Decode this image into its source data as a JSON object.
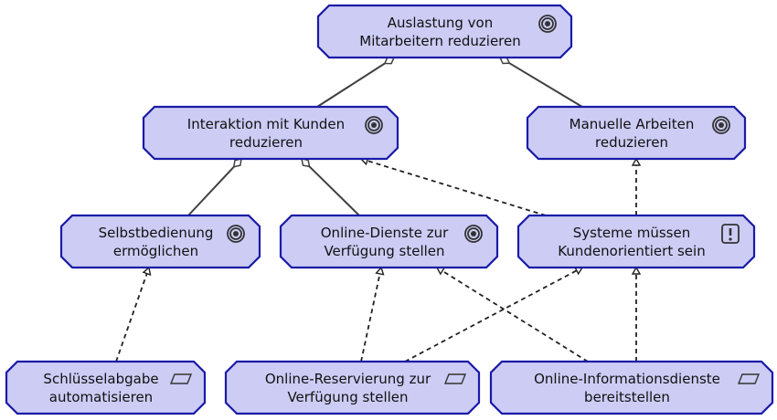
{
  "nodes": [
    {
      "id": "goal-auslastung",
      "label": "Auslastung von\nMitarbeitern reduzieren",
      "kind": "goal",
      "icon": "target-icon"
    },
    {
      "id": "goal-interaktion",
      "label": "Interaktion mit Kunden\nreduzieren",
      "kind": "goal",
      "icon": "target-icon"
    },
    {
      "id": "goal-manuelle",
      "label": "Manuelle Arbeiten\nreduzieren",
      "kind": "goal",
      "icon": "target-icon"
    },
    {
      "id": "goal-selbstbedienung",
      "label": "Selbstbedienung\nermöglichen",
      "kind": "goal",
      "icon": "target-icon"
    },
    {
      "id": "goal-online-dienste",
      "label": "Online-Dienste zur\nVerfügung stellen",
      "kind": "goal",
      "icon": "target-icon"
    },
    {
      "id": "req-systeme",
      "label": "Systeme müssen\nKundenorientiert sein",
      "kind": "requirement",
      "icon": "exclamation-icon"
    },
    {
      "id": "wp-schluessel",
      "label": "Schlüsselabgabe\nautomatisieren",
      "kind": "work-package",
      "icon": "parallelogram-icon"
    },
    {
      "id": "wp-reservierung",
      "label": "Online-Reservierung zur\nVerfügung stellen",
      "kind": "work-package",
      "icon": "parallelogram-icon"
    },
    {
      "id": "wp-informationsdienste",
      "label": "Online-Informationsdienste\nbereitstellen",
      "kind": "work-package",
      "icon": "parallelogram-icon"
    }
  ],
  "edges": [
    {
      "from": "goal-interaktion",
      "to": "goal-auslastung",
      "type": "aggregation"
    },
    {
      "from": "goal-manuelle",
      "to": "goal-auslastung",
      "type": "aggregation"
    },
    {
      "from": "goal-selbstbedienung",
      "to": "goal-interaktion",
      "type": "aggregation"
    },
    {
      "from": "goal-online-dienste",
      "to": "goal-interaktion",
      "type": "aggregation"
    },
    {
      "from": "req-systeme",
      "to": "goal-interaktion",
      "type": "realization"
    },
    {
      "from": "req-systeme",
      "to": "goal-manuelle",
      "type": "realization"
    },
    {
      "from": "wp-schluessel",
      "to": "goal-selbstbedienung",
      "type": "realization"
    },
    {
      "from": "wp-reservierung",
      "to": "goal-online-dienste",
      "type": "realization"
    },
    {
      "from": "wp-reservierung",
      "to": "req-systeme",
      "type": "realization"
    },
    {
      "from": "wp-informationsdienste",
      "to": "goal-online-dienste",
      "type": "realization"
    },
    {
      "from": "wp-informationsdienste",
      "to": "req-systeme",
      "type": "realization"
    }
  ],
  "colors": {
    "node_fill": "#ccccf5",
    "node_border": "#1a1aa8",
    "edge": "#404040"
  }
}
